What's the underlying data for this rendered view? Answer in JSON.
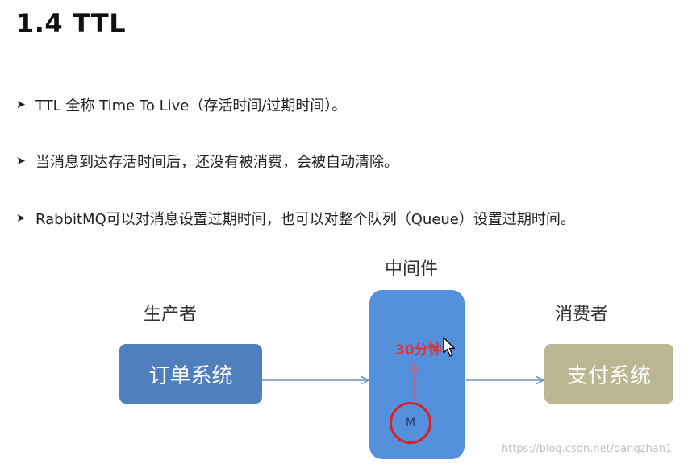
{
  "slide": {
    "title": "1.4 TTL",
    "bullet_marker": "➤",
    "bullets": [
      "TTL 全称 Time To Live（存活时间/过期时间）。",
      "当消息到达存活时间后，还没有被消费，会被自动清除。",
      "RabbitMQ可以对消息设置过期时间，也可以对整个队列（Queue）设置过期时间。"
    ]
  },
  "diagram": {
    "producer_label": "生产者",
    "middleware_label": "中间件",
    "consumer_label": "消费者",
    "producer_box": "订单系统",
    "consumer_box": "支付系统",
    "ttl_label": "30分钟",
    "message_label": "M",
    "colors": {
      "producer_box": "#4f7fbd",
      "middleware_box": "#5490db",
      "consumer_box": "#bdb693",
      "ttl_text": "#e53030",
      "message_ring": "#e02020",
      "arrow": "#6f8fc4"
    }
  },
  "watermark": "https://blog.csdn.net/dangzhan1"
}
